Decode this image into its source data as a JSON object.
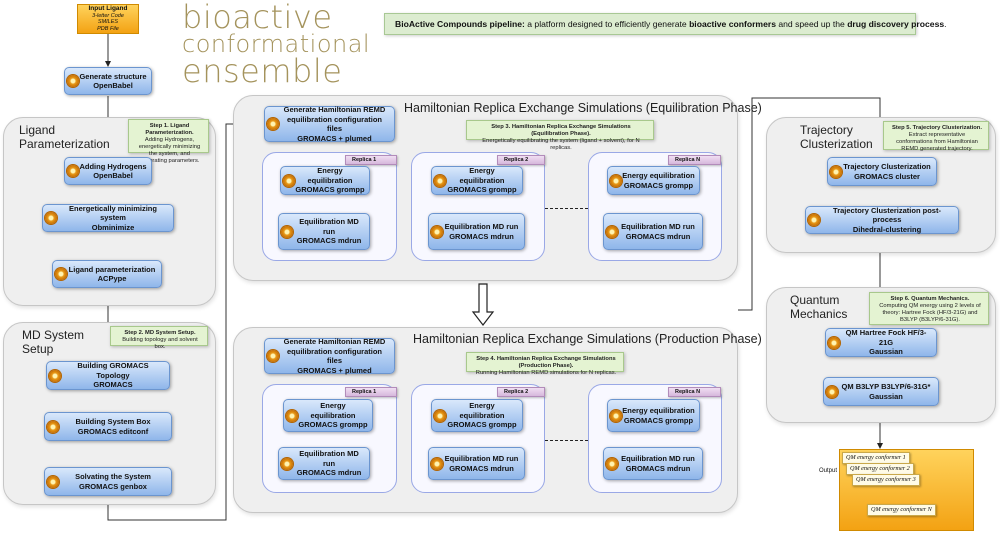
{
  "input_doc": {
    "title": "Input Ligand",
    "line1": "3-letter Code",
    "line2": "SMILES",
    "line3": "PDB File"
  },
  "logo": {
    "line1": "bioactive",
    "line2": "conformational",
    "line3": "ensemble"
  },
  "banner": {
    "lead": "BioActive Compounds pipeline:",
    "text1": " a platform designed to efficiently generate ",
    "bold1": "bioactive conformers",
    "text2": " and speed up the ",
    "bold2": "drug discovery process",
    "end": "."
  },
  "generate_structure": {
    "title": "Generate structure",
    "tool": "OpenBabel"
  },
  "ligand_panel": {
    "title1": "Ligand",
    "title2": "Parameterization",
    "note_title": "Step 1. Ligand Parameterization.",
    "note_text": "Adding Hydrogens, energetically minimizing the system, and generating parameters.",
    "steps": [
      {
        "title": "Adding Hydrogens",
        "tool": "OpenBabel"
      },
      {
        "title": "Energetically minimizing system",
        "tool": "Obminimize"
      },
      {
        "title": "Ligand parameterization",
        "tool": "ACPype"
      }
    ]
  },
  "md_panel": {
    "title1": "MD System",
    "title2": "Setup",
    "note_title": "Step 2. MD System Setup.",
    "note_text": "Building topology and solvent box.",
    "steps": [
      {
        "title": "Building GROMACS Topology",
        "tool": "GROMACS"
      },
      {
        "title": "Building System Box",
        "tool": "GROMACS editconf"
      },
      {
        "title": "Solvating the System",
        "tool": "GROMACS genbox"
      }
    ]
  },
  "eq_panel": {
    "title": "Hamiltonian Replica Exchange Simulations (Equilibration Phase)",
    "gen": {
      "title1": "Generate Hamiltonian REMD",
      "title2": "equilibration configuration files",
      "tool": "GROMACS + plumed"
    },
    "note_title": "Step 3. Hamiltonian Replica Exchange Simulations (Equilibration Phase).",
    "note_text": "Energetically equilibrating the system (ligand + solvent), for N replicas.",
    "replicas": [
      {
        "tab": "Replica 1",
        "e_title": "Energy equilibration",
        "e_tool": "GROMACS grompp",
        "m_title": "Equilibration MD run",
        "m_tool": "GROMACS mdrun"
      },
      {
        "tab": "Replica 2",
        "e_title": "Energy equilibration",
        "e_tool": "GROMACS grompp",
        "m_title": "Equilibration MD run",
        "m_tool": "GROMACS mdrun"
      },
      {
        "tab": "Replica N",
        "e_title": "Energy equilibration",
        "e_tool": "GROMACS grompp",
        "m_title": "Equilibration MD run",
        "m_tool": "GROMACS mdrun"
      }
    ]
  },
  "prod_panel": {
    "title": "Hamiltonian Replica Exchange Simulations (Production Phase)",
    "gen": {
      "title1": "Generate Hamiltonian REMD",
      "title2": "equilibration configuration files",
      "tool": "GROMACS + plumed"
    },
    "note_title": "Step 4. Hamiltonian Replica Exchange Simulations (Production Phase).",
    "note_text": "Running Hamiltonian REMD simulations for N replicas.",
    "replicas": [
      {
        "tab": "Replica 1",
        "e_title": "Energy equilibration",
        "e_tool": "GROMACS grompp",
        "m_title": "Equilibration MD run",
        "m_tool": "GROMACS mdrun"
      },
      {
        "tab": "Replica 2",
        "e_title": "Energy equilibration",
        "e_tool": "GROMACS grompp",
        "m_title": "Equilibration MD run",
        "m_tool": "GROMACS mdrun"
      },
      {
        "tab": "Replica N",
        "e_title": "Energy equilibration",
        "e_tool": "GROMACS grompp",
        "m_title": "Equilibration MD run",
        "m_tool": "GROMACS mdrun"
      }
    ]
  },
  "traj_panel": {
    "title1": "Trajectory",
    "title2": "Clusterization",
    "note_title": "Step 5. Trajectory Clusterization.",
    "note_text": "Extract representative conformations from Hamiltonian REMD generated trajectory.",
    "steps": [
      {
        "title": "Trajectory Clusterization",
        "tool": "GROMACS cluster"
      },
      {
        "title": "Trajectory Clusterization post-process",
        "tool": "Dihedral-clustering"
      }
    ]
  },
  "qm_panel": {
    "title1": "Quantum",
    "title2": "Mechanics",
    "note_title": "Step 6. Quantum Mechanics.",
    "note_text": "Computing QM energy using 2 levels of theory: Hartree Fock (HF/3-21G) and B3LYP (B3LYP/6-31G).",
    "steps": [
      {
        "title": "QM Hartree Fock HF/3-21G",
        "tool": "Gaussian"
      },
      {
        "title": "QM B3LYP B3LYP/6-31G*",
        "tool": "Gaussian"
      }
    ]
  },
  "output": {
    "label": "Output",
    "items": [
      "QM energy conformer 1",
      "QM energy conformer 2",
      "QM energy conformer 3",
      "QM energy conformer N"
    ]
  }
}
